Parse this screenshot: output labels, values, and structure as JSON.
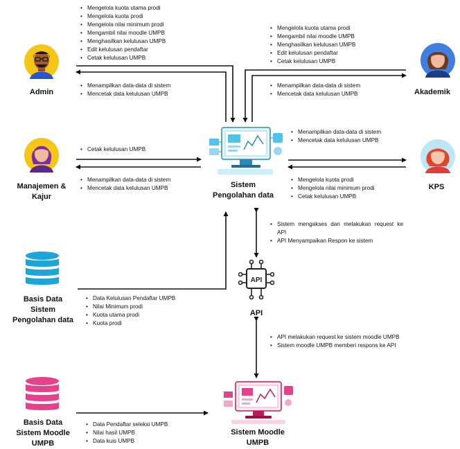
{
  "nodes": {
    "admin": "Admin",
    "akademik": "Akademik",
    "manajemen": "Manajemen &",
    "manajemen_line2": "Kajur",
    "kps": "KPS",
    "sistem": "Sistem",
    "sistem_line2": "Pengolahan data",
    "basis_data": "Basis Data",
    "basis_data_line2": "Sistem",
    "basis_data_line3": "Pengolahan data",
    "api": "API",
    "basis_moodle": "Basis Data",
    "basis_moodle_line2": "Sistem Moodle",
    "basis_moodle_line3": "UMPB",
    "sistem_moodle": "Sistem Moodle",
    "sistem_moodle_line2": "UMPB"
  },
  "flows": {
    "admin_to_sistem": [
      "Mengelola kuota utama prodi",
      "Mengelola kuota prodi",
      "Mengelola nilai minimum prodi",
      "Mengambil nilai moodle UMPB",
      "Menghasilkan kelulusan UMPB",
      "Edit kelulusan pendaftar",
      "Cetak kelulusan UMPB"
    ],
    "sistem_to_admin": [
      "Menampilkan data-data di sistem",
      "Mencetak data kelulusan UMPB"
    ],
    "akademik_to_sistem": [
      "Mengelola kuota utama prodi",
      "Mengambil nilai moodle UMPB",
      "Menghasilkan kelulusan UMPB",
      "Edit kelulusan pendaftar",
      "Cetak kelulusan UMPB"
    ],
    "sistem_to_akademik": [
      "Menampilkan data-data di sistem",
      "Mencetak data kelulusan UMPB"
    ],
    "manajemen_to_sistem": [
      "Cetak kelulusan UMPB"
    ],
    "sistem_to_manajemen": [
      "Menampilkan data-data di sistem",
      "Mencetak data kelulusan UMPB"
    ],
    "sistem_to_kps": [
      "Menampilkan data-data di sistem",
      "Mencetak data kelulusan UMPB"
    ],
    "kps_to_sistem": [
      "Mengelola kuota prodi",
      "Mengelola nilai minimum prodi",
      "Cetak kelulusan UMPB"
    ],
    "sistem_api": [
      "Sistem mengakses dan melakukan request ke API",
      "API Menyampaikan Respon ke sistem"
    ],
    "sistem_to_basis": [
      "Data Kelulusan Pendaftar UMPB",
      "Nilai Minimum prodi",
      "Kuota utama prodi",
      "Kuota prodi"
    ],
    "api_moodle": [
      "API melakukan request ke sistem moodle UMPB",
      "Sistem moodle UMPB memberi respons ke API"
    ],
    "moodle_db_to_moodle": [
      "Data Pendaftar seleksi UMPB",
      "Nilai hasil UMPB",
      "Data kuis UMPB"
    ]
  },
  "icons": {
    "admin": "admin-avatar-icon",
    "akademik": "akademik-avatar-icon",
    "manajemen": "manajemen-avatar-icon",
    "kps": "kps-avatar-icon",
    "sistem": "computer-system-icon",
    "database": "database-icon",
    "api": "api-chip-icon",
    "moodle": "moodle-computer-icon",
    "moodle_db": "moodle-database-icon"
  },
  "colors": {
    "avatar_bg": "#f5c518",
    "akademik_bg": "#3f7fe0",
    "kps_bg": "#bfe6f5",
    "database_blue": "#1fa4d8",
    "database_pink": "#e6418c",
    "system_cyan": "#4fc3e8"
  }
}
